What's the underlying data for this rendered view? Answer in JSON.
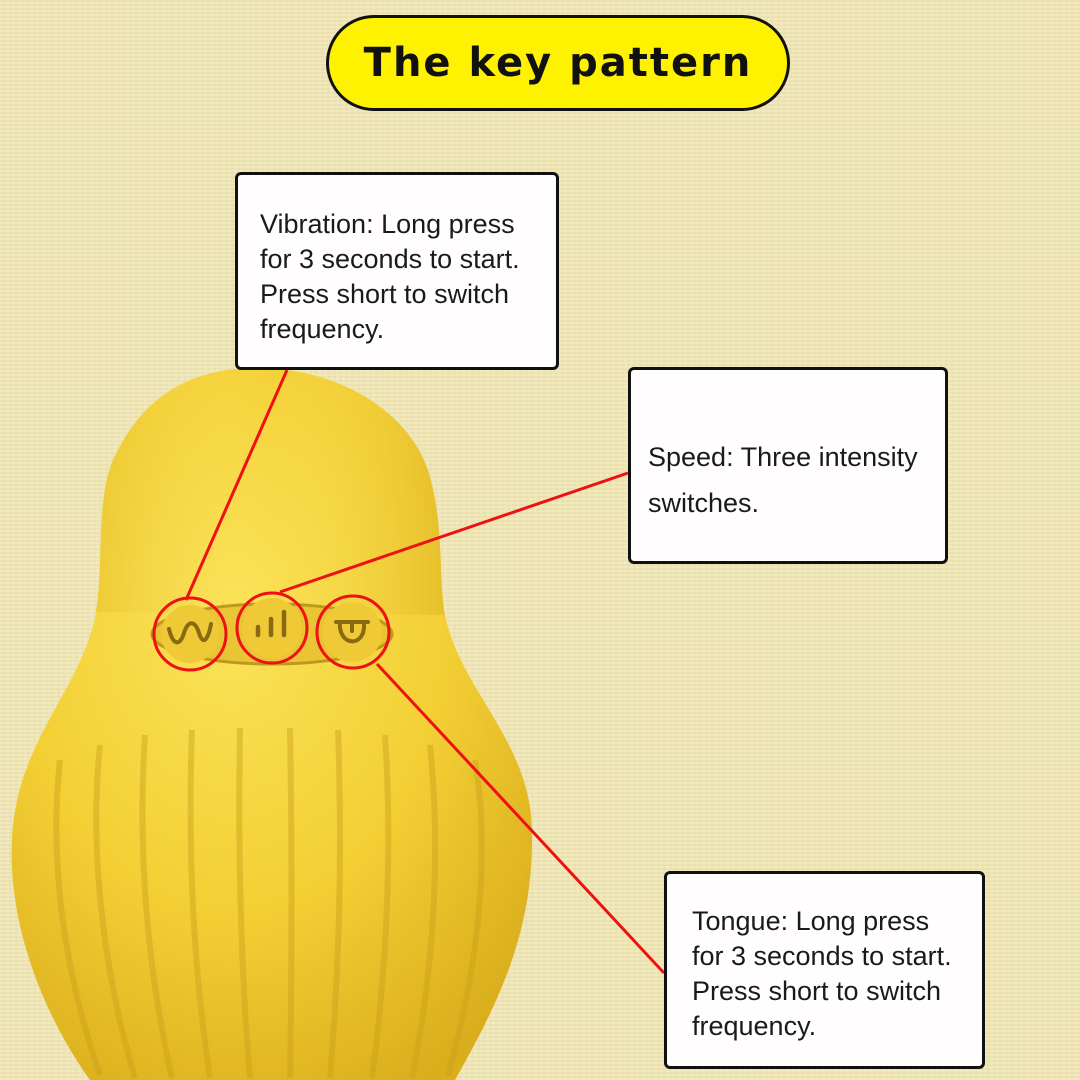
{
  "title": "The key pattern",
  "callouts": {
    "vibration": "Vibration: Long press for 3 seconds to start. Press short to switch frequency.",
    "speed": "Speed: Three intensity switches.",
    "tongue": "Tongue: Long press for 3 seconds to start. Press short to switch frequency."
  },
  "buttons": [
    {
      "name": "vibration",
      "icon": "wave-icon"
    },
    {
      "name": "speed",
      "icon": "intensity-bars-icon"
    },
    {
      "name": "tongue",
      "icon": "tongue-icon"
    }
  ],
  "colors": {
    "title_fill": "#fff200",
    "device_yellow": "#f5d23a",
    "leader_line": "#ee1111",
    "background": "#f0e6b2"
  }
}
